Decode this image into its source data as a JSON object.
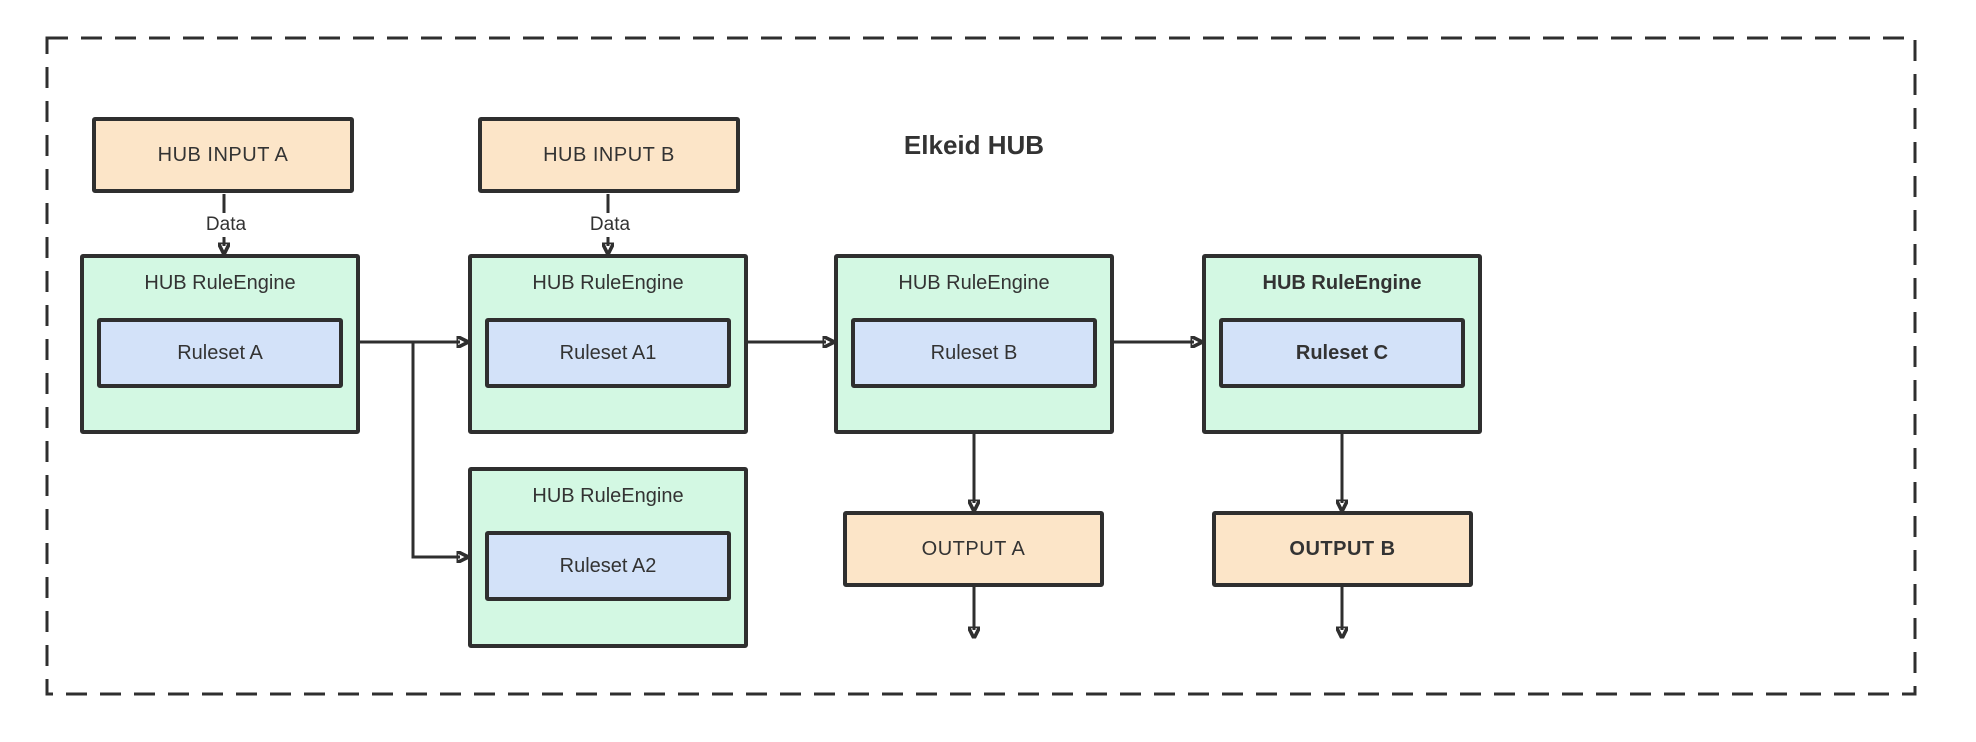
{
  "diagram": {
    "title": "Elkeid HUB",
    "colors": {
      "input_fill": "#fce5c8",
      "engine_fill": "#d3f8e3",
      "ruleset_fill": "#d3e2f9",
      "border_color": "#2f2f2f",
      "text_color": "#333333",
      "canvas_bg": "#ffffff"
    },
    "inputs": [
      {
        "label": "HUB INPUT A"
      },
      {
        "label": "HUB INPUT B"
      }
    ],
    "flow_labels": {
      "input_a_edge": "Data",
      "input_b_edge": "Data"
    },
    "engines": [
      {
        "title": "HUB RuleEngine",
        "ruleset": "Ruleset A",
        "bold": false
      },
      {
        "title": "HUB RuleEngine",
        "ruleset": "Ruleset A1",
        "bold": false
      },
      {
        "title": "HUB RuleEngine",
        "ruleset": "Ruleset B",
        "bold": false
      },
      {
        "title": "HUB RuleEngine",
        "ruleset": "Ruleset C",
        "bold": true
      },
      {
        "title": "HUB RuleEngine",
        "ruleset": "Ruleset A2",
        "bold": false
      }
    ],
    "outputs": [
      {
        "label": "OUTPUT A",
        "bold": false
      },
      {
        "label": "OUTPUT B",
        "bold": true
      }
    ]
  }
}
